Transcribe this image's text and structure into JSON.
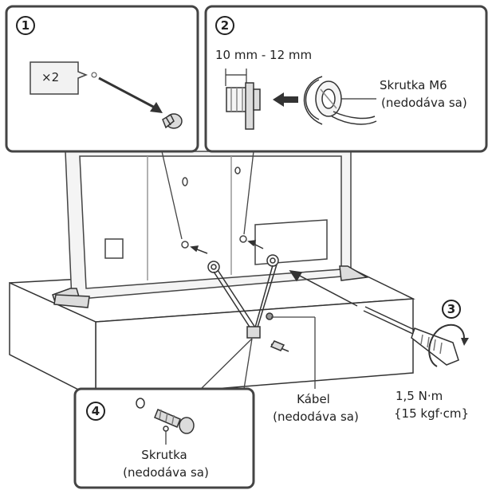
{
  "steps": {
    "s1": "1",
    "s2": "2",
    "s3": "3",
    "s4": "4"
  },
  "callout1": {
    "quantity": "×2"
  },
  "callout2": {
    "dimension": "10 mm - 12 mm",
    "screw_name": "Skrutka M6",
    "screw_note": "(nedodáva sa)"
  },
  "cable": {
    "name": "Kábel",
    "note": "(nedodáva sa)"
  },
  "torque": {
    "newton": "1,5 N·m",
    "kgf": "{15 kgf·cm}"
  },
  "callout4": {
    "screw_name": "Skrutka",
    "screw_note": "(nedodáva sa)"
  },
  "colors": {
    "line": "#333333",
    "frame": "#444444",
    "fill_light": "#f4f4f4",
    "fill_mid": "#dcdcdc"
  }
}
